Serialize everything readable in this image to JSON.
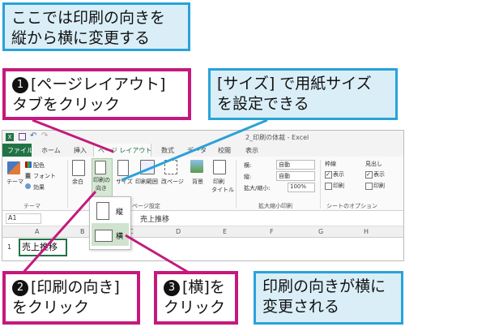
{
  "callouts": {
    "intro": {
      "line1": "ここでは印刷の向きを",
      "line2": "縦から横に変更する"
    },
    "step1": {
      "num": "1",
      "line1": "[ページレイアウト]",
      "line2": "タブをクリック"
    },
    "size": {
      "line1": "[サイズ] で用紙サイズ",
      "line2": "を設定できる"
    },
    "step2": {
      "num": "2",
      "line1": "[印刷の向き]",
      "line2": "をクリック"
    },
    "step3": {
      "num": "3",
      "line1": "[横]を",
      "line2": "クリック"
    },
    "result": {
      "line1": "印刷の向きが横に",
      "line2": "変更される"
    }
  },
  "excel": {
    "title": "2_印刷の体裁 - Excel",
    "tabs": [
      "ファイル",
      "ホーム",
      "挿入",
      "ページ レイアウト",
      "数式",
      "データ",
      "校閲",
      "表示"
    ],
    "theme_group": {
      "theme": "テーマ",
      "colors": "配色",
      "fonts": "フォント",
      "effects": "効果",
      "label": "テーマ"
    },
    "page_setup": {
      "margins": "余白",
      "orientation_line1": "印刷の",
      "orientation_line2": "向き",
      "size": "サイズ",
      "print_area": "印刷範囲",
      "breaks": "改ページ",
      "background": "背景",
      "print_titles_line1": "印刷",
      "print_titles_line2": "タイトル",
      "label": "ページ設定"
    },
    "scale": {
      "width_label": "横:",
      "width_value": "自動",
      "height_label": "縦:",
      "height_value": "自動",
      "scale_label": "拡大/縮小:",
      "scale_value": "100%",
      "label": "拡大縮小印刷"
    },
    "sheet_options": {
      "gridlines": "枠線",
      "headings": "見出し",
      "view": "表示",
      "print": "印刷",
      "label": "シートのオプション"
    },
    "orientation_menu": {
      "portrait": "縦",
      "landscape": "横"
    },
    "name_box": "A1",
    "formula_value": "売上推移",
    "columns": [
      "A",
      "B",
      "C",
      "D",
      "E",
      "F",
      "G",
      "H"
    ],
    "row_number": "1",
    "cell_a1": "売上推移"
  },
  "colors": {
    "pink": "#c4197d",
    "blue": "#2aa2d8",
    "excel_green": "#217346"
  }
}
